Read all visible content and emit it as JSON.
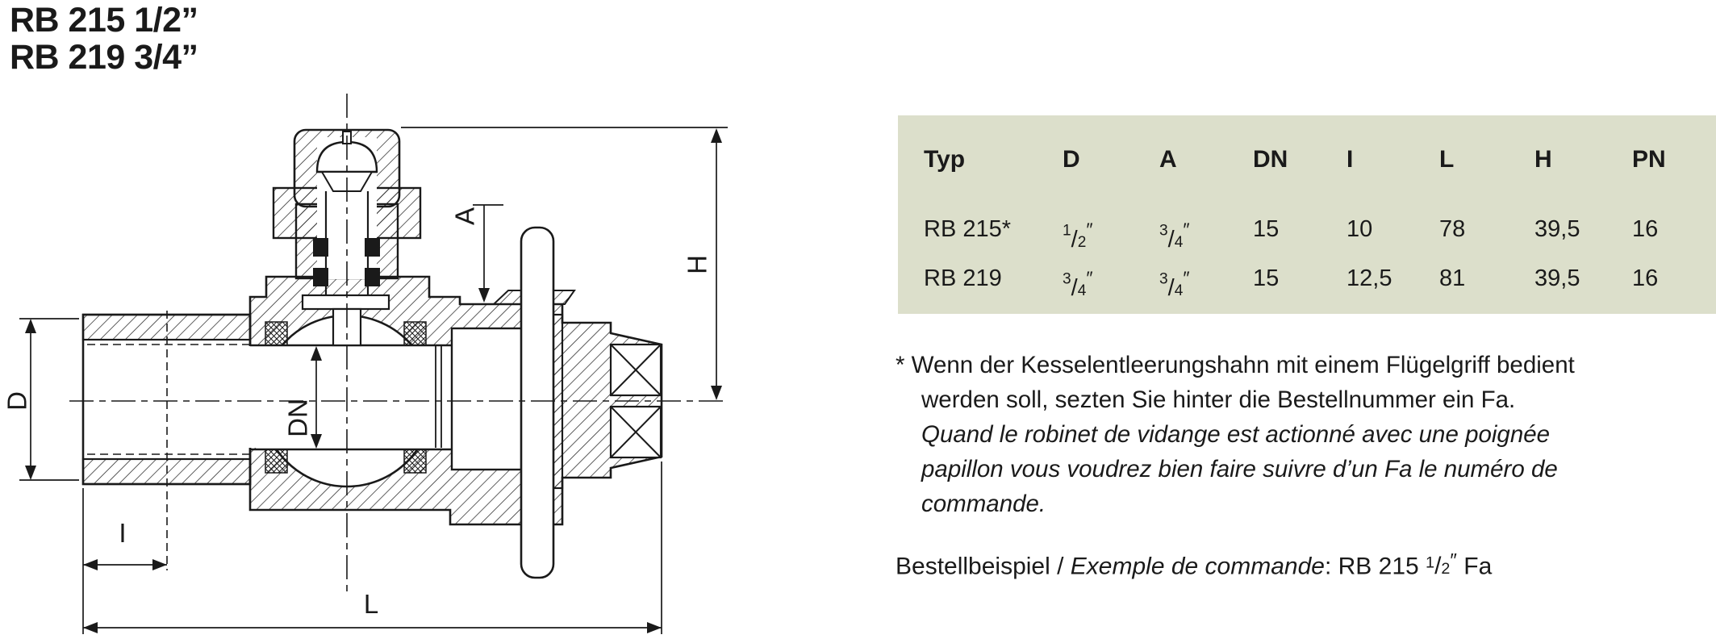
{
  "page": {
    "background": "#ffffff",
    "text_color": "#1a1a1a",
    "table_bg": "#dcdfcb"
  },
  "titles": {
    "line1": "RB 215 1/2”",
    "line2": "RB 219 3/4”"
  },
  "drawing": {
    "description": "cross-section of boiler drain ball valve",
    "dim_labels": {
      "d": "D",
      "dn": "DN",
      "a": "A",
      "h": "H",
      "i": "I",
      "l": "L"
    }
  },
  "table": {
    "headers": [
      "Typ",
      "D",
      "A",
      "DN",
      "I",
      "L",
      "H",
      "PN"
    ],
    "rows": [
      {
        "typ": "RB 215*",
        "d": {
          "num": "1",
          "slash": "/",
          "den": "2",
          "unit": "″"
        },
        "a": {
          "num": "3",
          "slash": "/",
          "den": "4",
          "unit": "″"
        },
        "dn": "15",
        "i": "10",
        "l": "78",
        "h": "39,5",
        "pn": "16"
      },
      {
        "typ": "RB 219",
        "d": {
          "num": "3",
          "slash": "/",
          "den": "4",
          "unit": "″"
        },
        "a": {
          "num": "3",
          "slash": "/",
          "den": "4",
          "unit": "″"
        },
        "dn": "15",
        "i": "12,5",
        "l": "81",
        "h": "39,5",
        "pn": "16"
      }
    ]
  },
  "footnote": {
    "de": {
      "line1": "* Wenn der Kesselentleerungshahn mit einem Flügelgriff bedient",
      "line2": "werden soll, sezten Sie hinter die Bestellnummer ein Fa."
    },
    "fr": {
      "line1": "Quand le robinet de vidange est actionné avec une poignée",
      "line2": "papillon vous voudrez bien faire suivre d’un Fa le numéro de",
      "line3": "commande."
    }
  },
  "order_example": {
    "label_de": "Bestellbeispiel / ",
    "label_fr": "Exemple de commande",
    "value_prefix": ": RB 215 ",
    "frac": {
      "num": "1",
      "slash": "/",
      "den": "2",
      "unit": "″"
    },
    "value_suffix": " Fa"
  }
}
